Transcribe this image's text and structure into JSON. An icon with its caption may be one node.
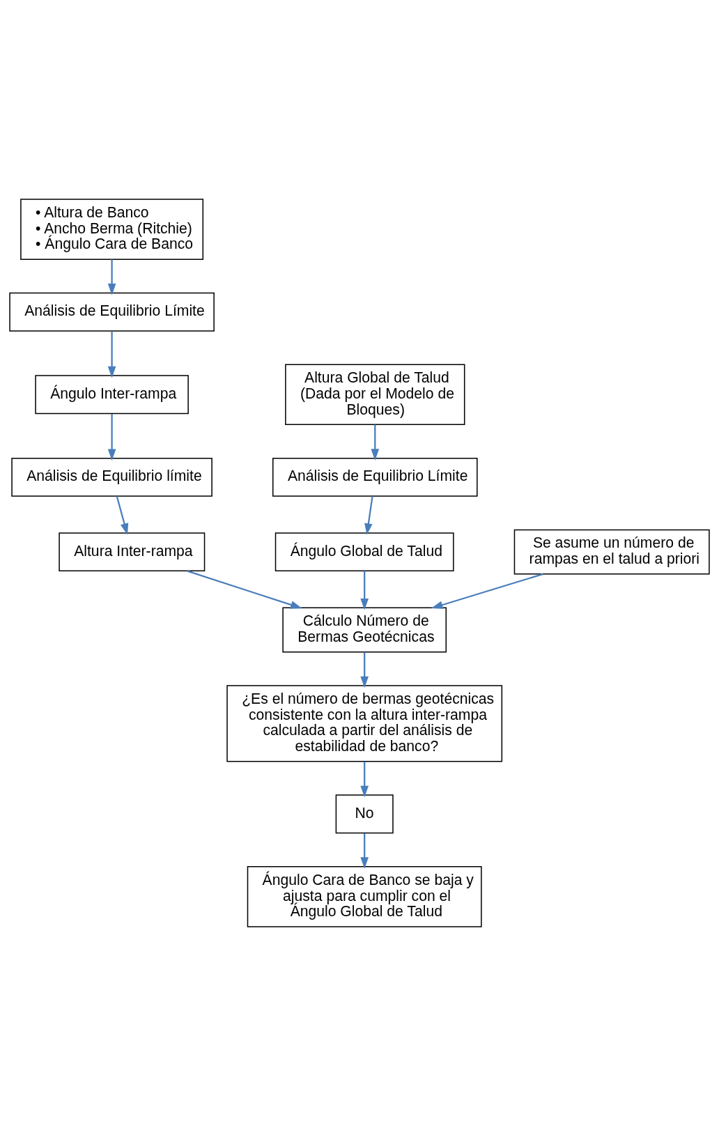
{
  "diagram": {
    "nodes": [
      {
        "text": [
          "• Altura de Banco",
          "• Ancho Berma (Ritchie)",
          "• Ángulo Cara de Banco"
        ]
      },
      {
        "text": [
          "Análisis de Equilibrio Límite"
        ]
      },
      {
        "text": [
          "Ángulo Inter-rampa"
        ]
      },
      {
        "text": [
          "Análisis de Equilibrio límite"
        ]
      },
      {
        "text": [
          "Altura Inter-rampa"
        ]
      },
      {
        "text": [
          "Altura Global de Talud (Dada por el Modelo de Bloques)"
        ]
      },
      {
        "text": [
          "Análisis de Equilibrio Límite"
        ]
      },
      {
        "text": [
          "Ángulo Global de Talud"
        ]
      },
      {
        "text": [
          "Se asume un número de rampas en el talud a priori"
        ]
      },
      {
        "text": [
          "Cálculo Número de Bermas Geotécnicas"
        ]
      },
      {
        "text": [
          "¿Es el número de bermas geotécnicas consistente con la altura inter-rampa calculada a partir del análisis de estabilidad de banco?"
        ]
      },
      {
        "text": [
          "No"
        ]
      },
      {
        "text": [
          "Ángulo Cara de Banco se baja y ajusta para cumplir con el Ángulo Global de Talud"
        ]
      }
    ],
    "edges": [
      {
        "from": 0,
        "to": 1,
        "arrow": "to"
      },
      {
        "from": 1,
        "to": 2,
        "arrow": "to"
      },
      {
        "from": 2,
        "to": 3,
        "arrow": "to"
      },
      {
        "from": 3,
        "to": 4,
        "arrow": "to"
      },
      {
        "from": 5,
        "to": 6,
        "arrow": "to"
      },
      {
        "from": 6,
        "to": 7,
        "arrow": "to"
      },
      {
        "from": 8,
        "to": 9,
        "arrow": "to"
      },
      {
        "from": 4,
        "to": 9,
        "arrow": "to"
      },
      {
        "from": 7,
        "to": 9,
        "arrow": "to"
      },
      {
        "from": 9,
        "to": 10,
        "arrow": "to"
      },
      {
        "from": 10,
        "to": 11,
        "arrow": "to"
      },
      {
        "from": 11,
        "to": 12,
        "arrow": "to"
      }
    ]
  }
}
